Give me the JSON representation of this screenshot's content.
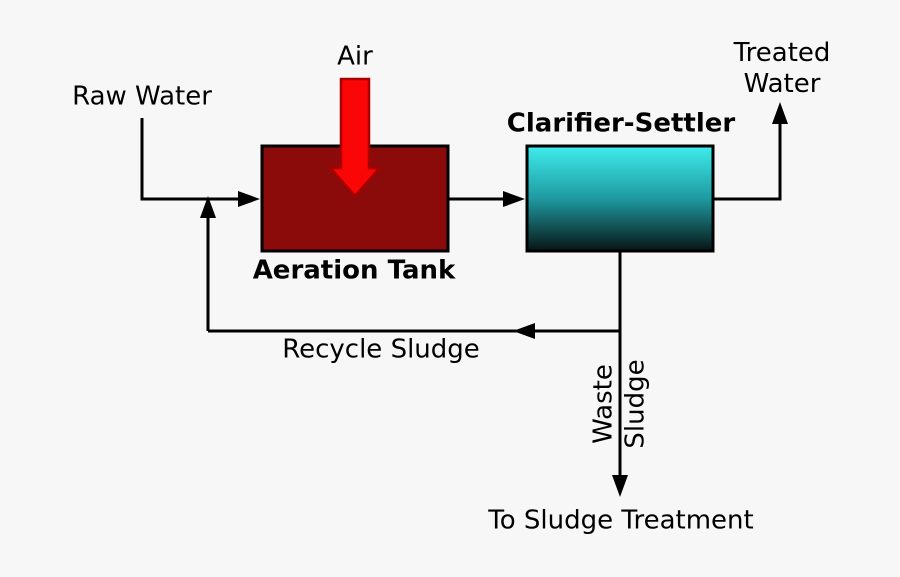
{
  "diagram": {
    "type": "process-flow",
    "subject": "activated sludge wastewater treatment",
    "labels": {
      "raw_water": "Raw Water",
      "air": "Air",
      "aeration_tank": "Aeration Tank",
      "clarifier_settler": "Clarifier-Settler",
      "treated_water": "Treated\nWater",
      "recycle_sludge": "Recycle Sludge",
      "waste": "Waste",
      "sludge": "Sludge",
      "to_sludge_treatment": "To Sludge Treatment"
    },
    "colors": {
      "background": "#f7f7f7",
      "line": "#000000",
      "aeration_tank_fill": "#8b0a0a",
      "air_arrow_fill": "#fa0606",
      "air_arrow_stroke": "#a80000",
      "clarifier_top": "#3feded",
      "clarifier_mid": "#1e9aa0",
      "clarifier_bottom": "#081414"
    },
    "flows": [
      {
        "from": "Raw Water",
        "to": "Aeration Tank"
      },
      {
        "from": "Air",
        "to": "Aeration Tank"
      },
      {
        "from": "Aeration Tank",
        "to": "Clarifier-Settler"
      },
      {
        "from": "Clarifier-Settler",
        "to": "Treated Water"
      },
      {
        "from": "Clarifier-Settler",
        "to": "Recycle Sludge",
        "back_to": "Aeration Tank inlet"
      },
      {
        "from": "Clarifier-Settler",
        "to": "To Sludge Treatment",
        "via": "Waste Sludge"
      }
    ]
  }
}
